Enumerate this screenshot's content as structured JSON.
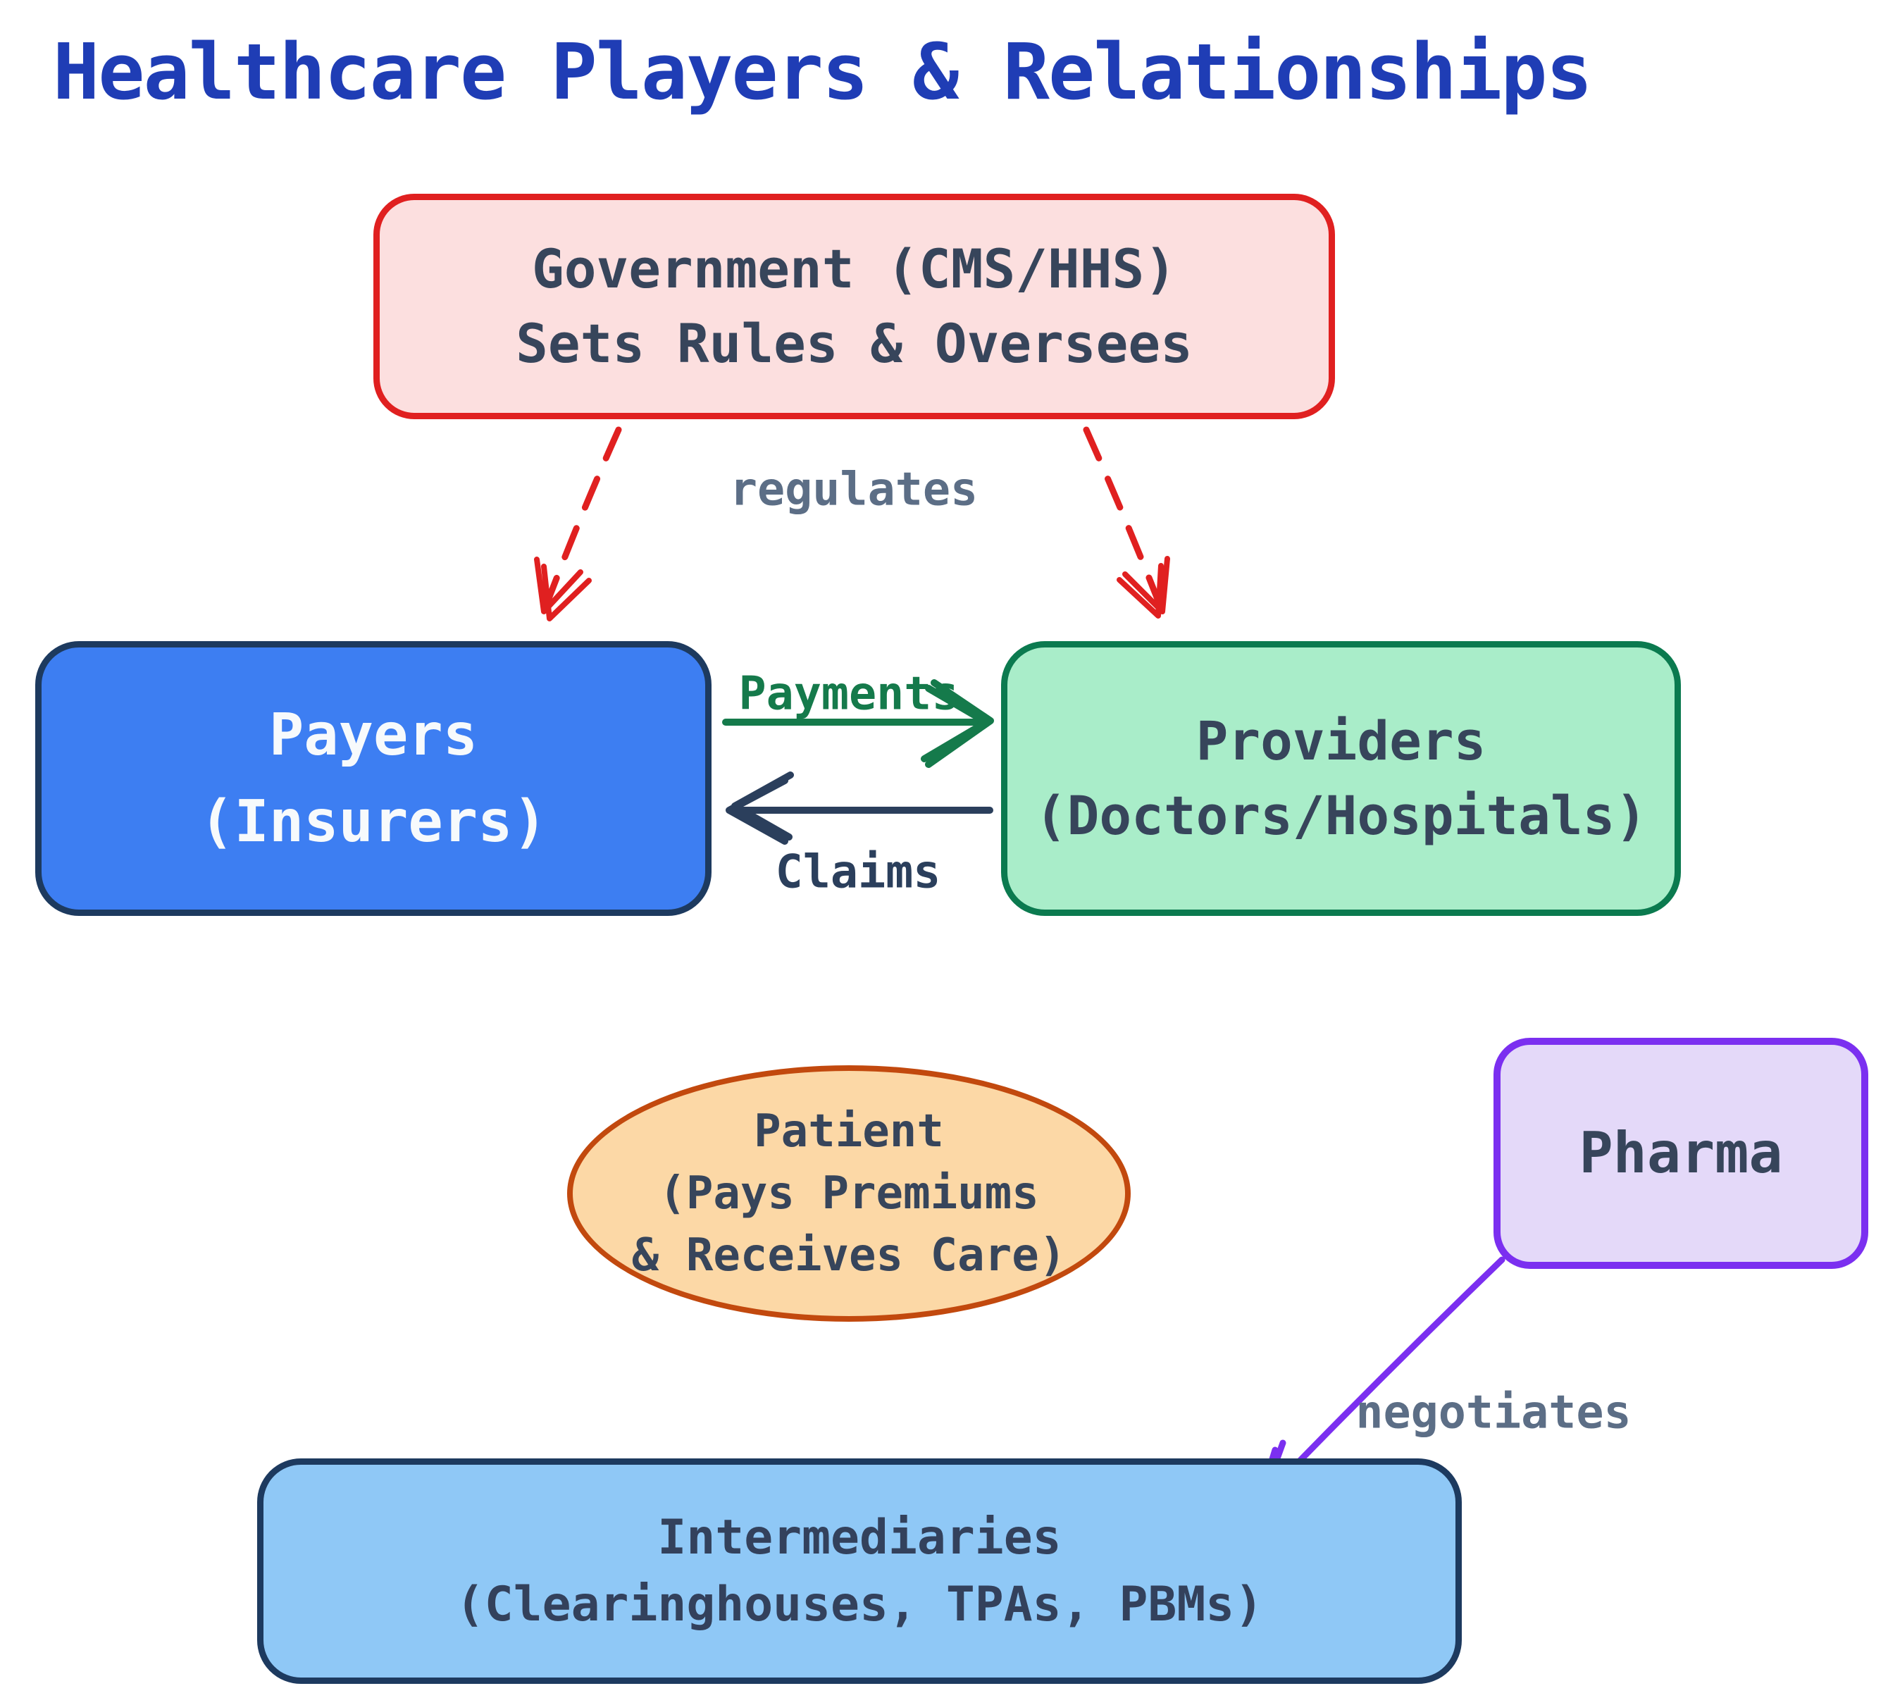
{
  "title": "Healthcare Players & Relationships",
  "nodes": {
    "government": {
      "lines": [
        "Government (CMS/HHS)",
        "Sets Rules & Oversees"
      ]
    },
    "payers": {
      "lines": [
        "Payers",
        "(Insurers)"
      ]
    },
    "providers": {
      "lines": [
        "Providers",
        "(Doctors/Hospitals)"
      ]
    },
    "patient": {
      "lines": [
        "Patient",
        "(Pays Premiums",
        "& Receives Care)"
      ]
    },
    "pharma": {
      "lines": [
        "Pharma"
      ]
    },
    "intermediaries": {
      "lines": [
        "Intermediaries",
        "(Clearinghouses, TPAs, PBMs)"
      ]
    }
  },
  "edges": {
    "regulates": {
      "label": "regulates",
      "from": "government",
      "to": "payers-and-providers",
      "style": "dashed"
    },
    "payments": {
      "label": "Payments",
      "from": "payers",
      "to": "providers",
      "style": "solid"
    },
    "claims": {
      "label": "Claims",
      "from": "providers",
      "to": "payers",
      "style": "solid"
    },
    "negotiates": {
      "label": "negotiates",
      "from": "pharma",
      "to": "intermediaries",
      "style": "solid"
    }
  },
  "colors": {
    "title": "#1f3db5",
    "node_text": "#37455b",
    "edge_label_gray": "#5c6e86",
    "government_fill": "#fcdfdf",
    "government_border": "#e02020",
    "payers_fill": "#3d7ef2",
    "payers_border": "#1d3a5f",
    "payers_text": "#f7fafc",
    "providers_fill": "#a9edc9",
    "providers_border": "#0b7a4f",
    "patient_fill": "#fcd8a6",
    "patient_border": "#c2490e",
    "pharma_fill": "#e4d9f9",
    "pharma_border": "#7b2ff0",
    "intermediaries_fill": "#8fc8f6",
    "intermediaries_border": "#1d3a5f",
    "payments_edge": "#157a4b",
    "claims_edge": "#2b3f5c",
    "regulates_edge": "#e02020",
    "negotiates_edge": "#7b2ff0"
  }
}
